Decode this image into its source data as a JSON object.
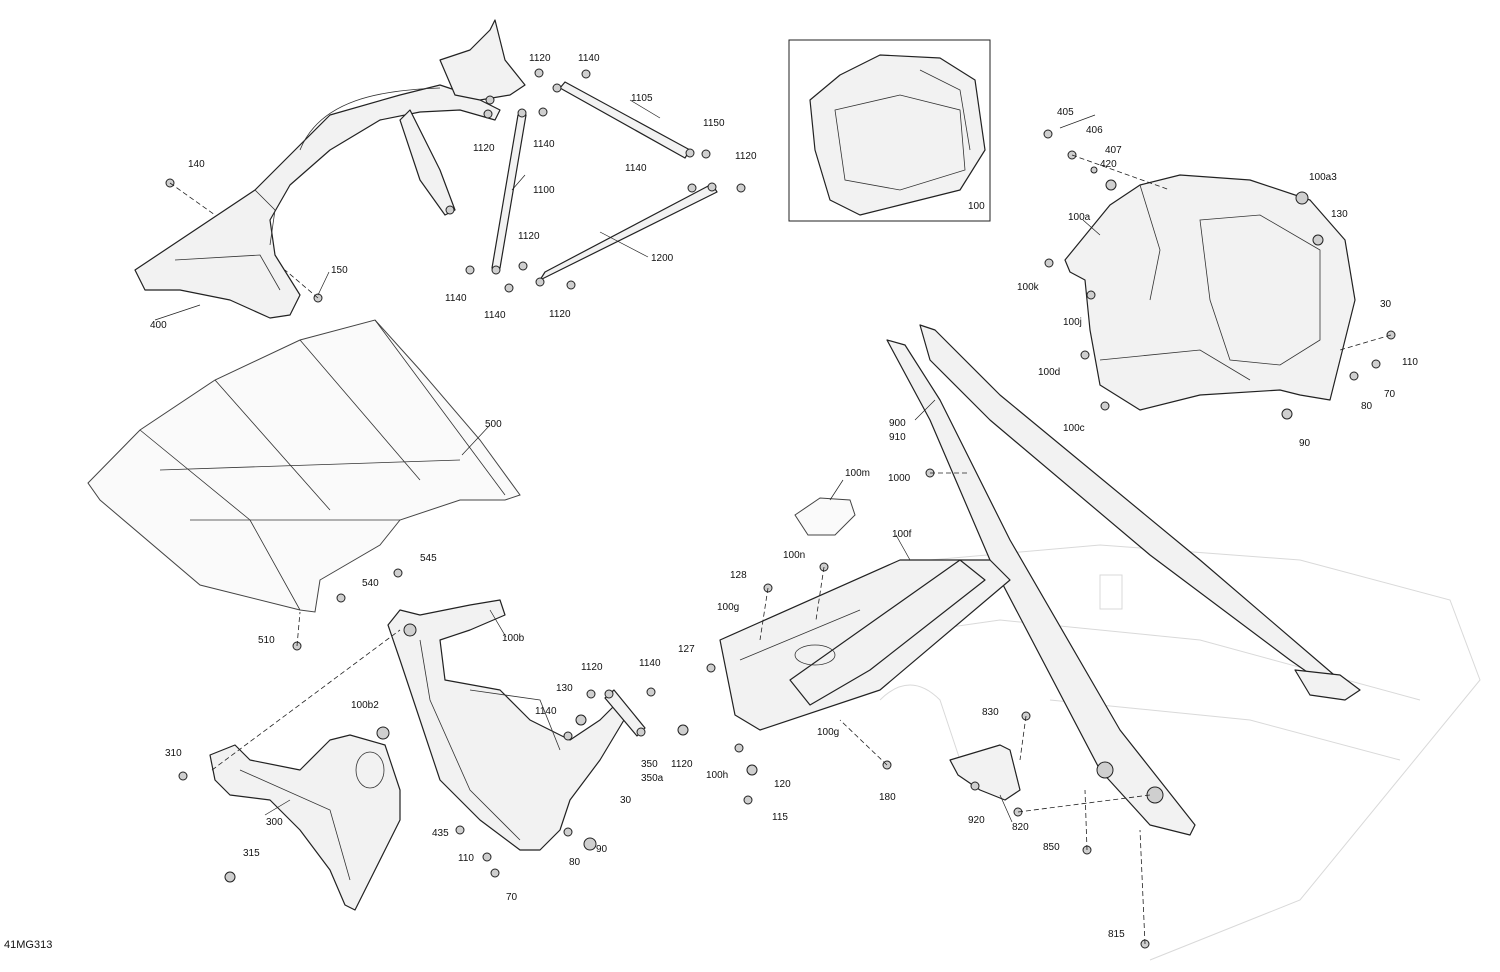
{
  "drawing_id": "41MG313",
  "inset_label": "100",
  "callouts": {
    "p1120a": "1120",
    "p1140a": "1140",
    "p1105": "1105",
    "p1120b": "1120",
    "p1140b": "1140",
    "p1150": "1150",
    "p1140c": "1140",
    "p1120c": "1120",
    "p140": "140",
    "p1100": "1100",
    "p1120d": "1120",
    "p1200": "1200",
    "p150": "150",
    "p1140d": "1140",
    "p1140e": "1140",
    "p1120e": "1120",
    "p400": "400",
    "p405": "405",
    "p406": "406",
    "p407": "407",
    "p420": "420",
    "p100a3": "100a3",
    "p100a": "100a",
    "p130a": "130",
    "p100k": "100k",
    "p100j": "100j",
    "p30a": "30",
    "p110a": "110",
    "p100d": "100d",
    "p80a": "80",
    "p70a": "70",
    "p100c": "100c",
    "p90a": "90",
    "p900": "900",
    "p910": "910",
    "p500": "500",
    "p100m": "100m",
    "p1000": "1000",
    "p100f": "100f",
    "p100n": "100n",
    "p545": "545",
    "p540": "540",
    "p510": "510",
    "p128": "128",
    "p100g_a": "100g",
    "p100b": "100b",
    "p127": "127",
    "p1120f": "1120",
    "p1140f": "1140",
    "p130b": "130",
    "p1140g": "1140",
    "p100b2": "100b2",
    "p350": "350",
    "p350a": "350a",
    "p1120g": "1120",
    "p100g_b": "100g",
    "p310": "310",
    "p30b": "30",
    "p100h": "100h",
    "p120": "120",
    "p830": "830",
    "p300": "300",
    "p180": "180",
    "p115": "115",
    "p920": "920",
    "p820": "820",
    "p435": "435",
    "p110b": "110",
    "p90b": "90",
    "p80b": "80",
    "p850": "850",
    "p315": "315",
    "p70b": "70",
    "p815": "815"
  },
  "colors": {
    "line": "#222222",
    "fill": "#f2f2f2",
    "ghost": "#d9d9d9"
  }
}
